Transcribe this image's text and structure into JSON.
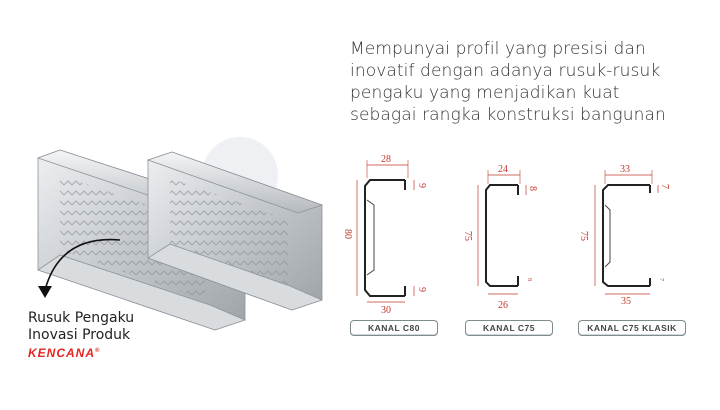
{
  "headline": [
    "Mempunyai profil yang presisi dan",
    "inovatif dengan adanya rusuk-rusuk",
    "pengaku yang menjadikan kuat",
    "sebagai rangka konstruksi bangunan"
  ],
  "caption": [
    "Rusuk Pengaku",
    "Inovasi Produk"
  ],
  "brand": "KENCANA",
  "brand_mark": "®",
  "profiles": [
    {
      "label": "KANAL C80",
      "top": "28",
      "bottom": "30",
      "height": "80",
      "lip_top": "9",
      "lip_bottom": "9"
    },
    {
      "label": "KANAL C75",
      "top": "24",
      "bottom": "26",
      "height": "75",
      "lip_top": "8",
      "lip_bottom": "8"
    },
    {
      "label": "KANAL C75 KLASIK",
      "top": "33",
      "bottom": "35",
      "height": "75",
      "lip_top": "7",
      "lip_bottom": "7"
    }
  ],
  "colors": {
    "dimension": "#c0392b",
    "text": "#333333",
    "brand": "#e52521",
    "steel": "#c9ccd0"
  }
}
